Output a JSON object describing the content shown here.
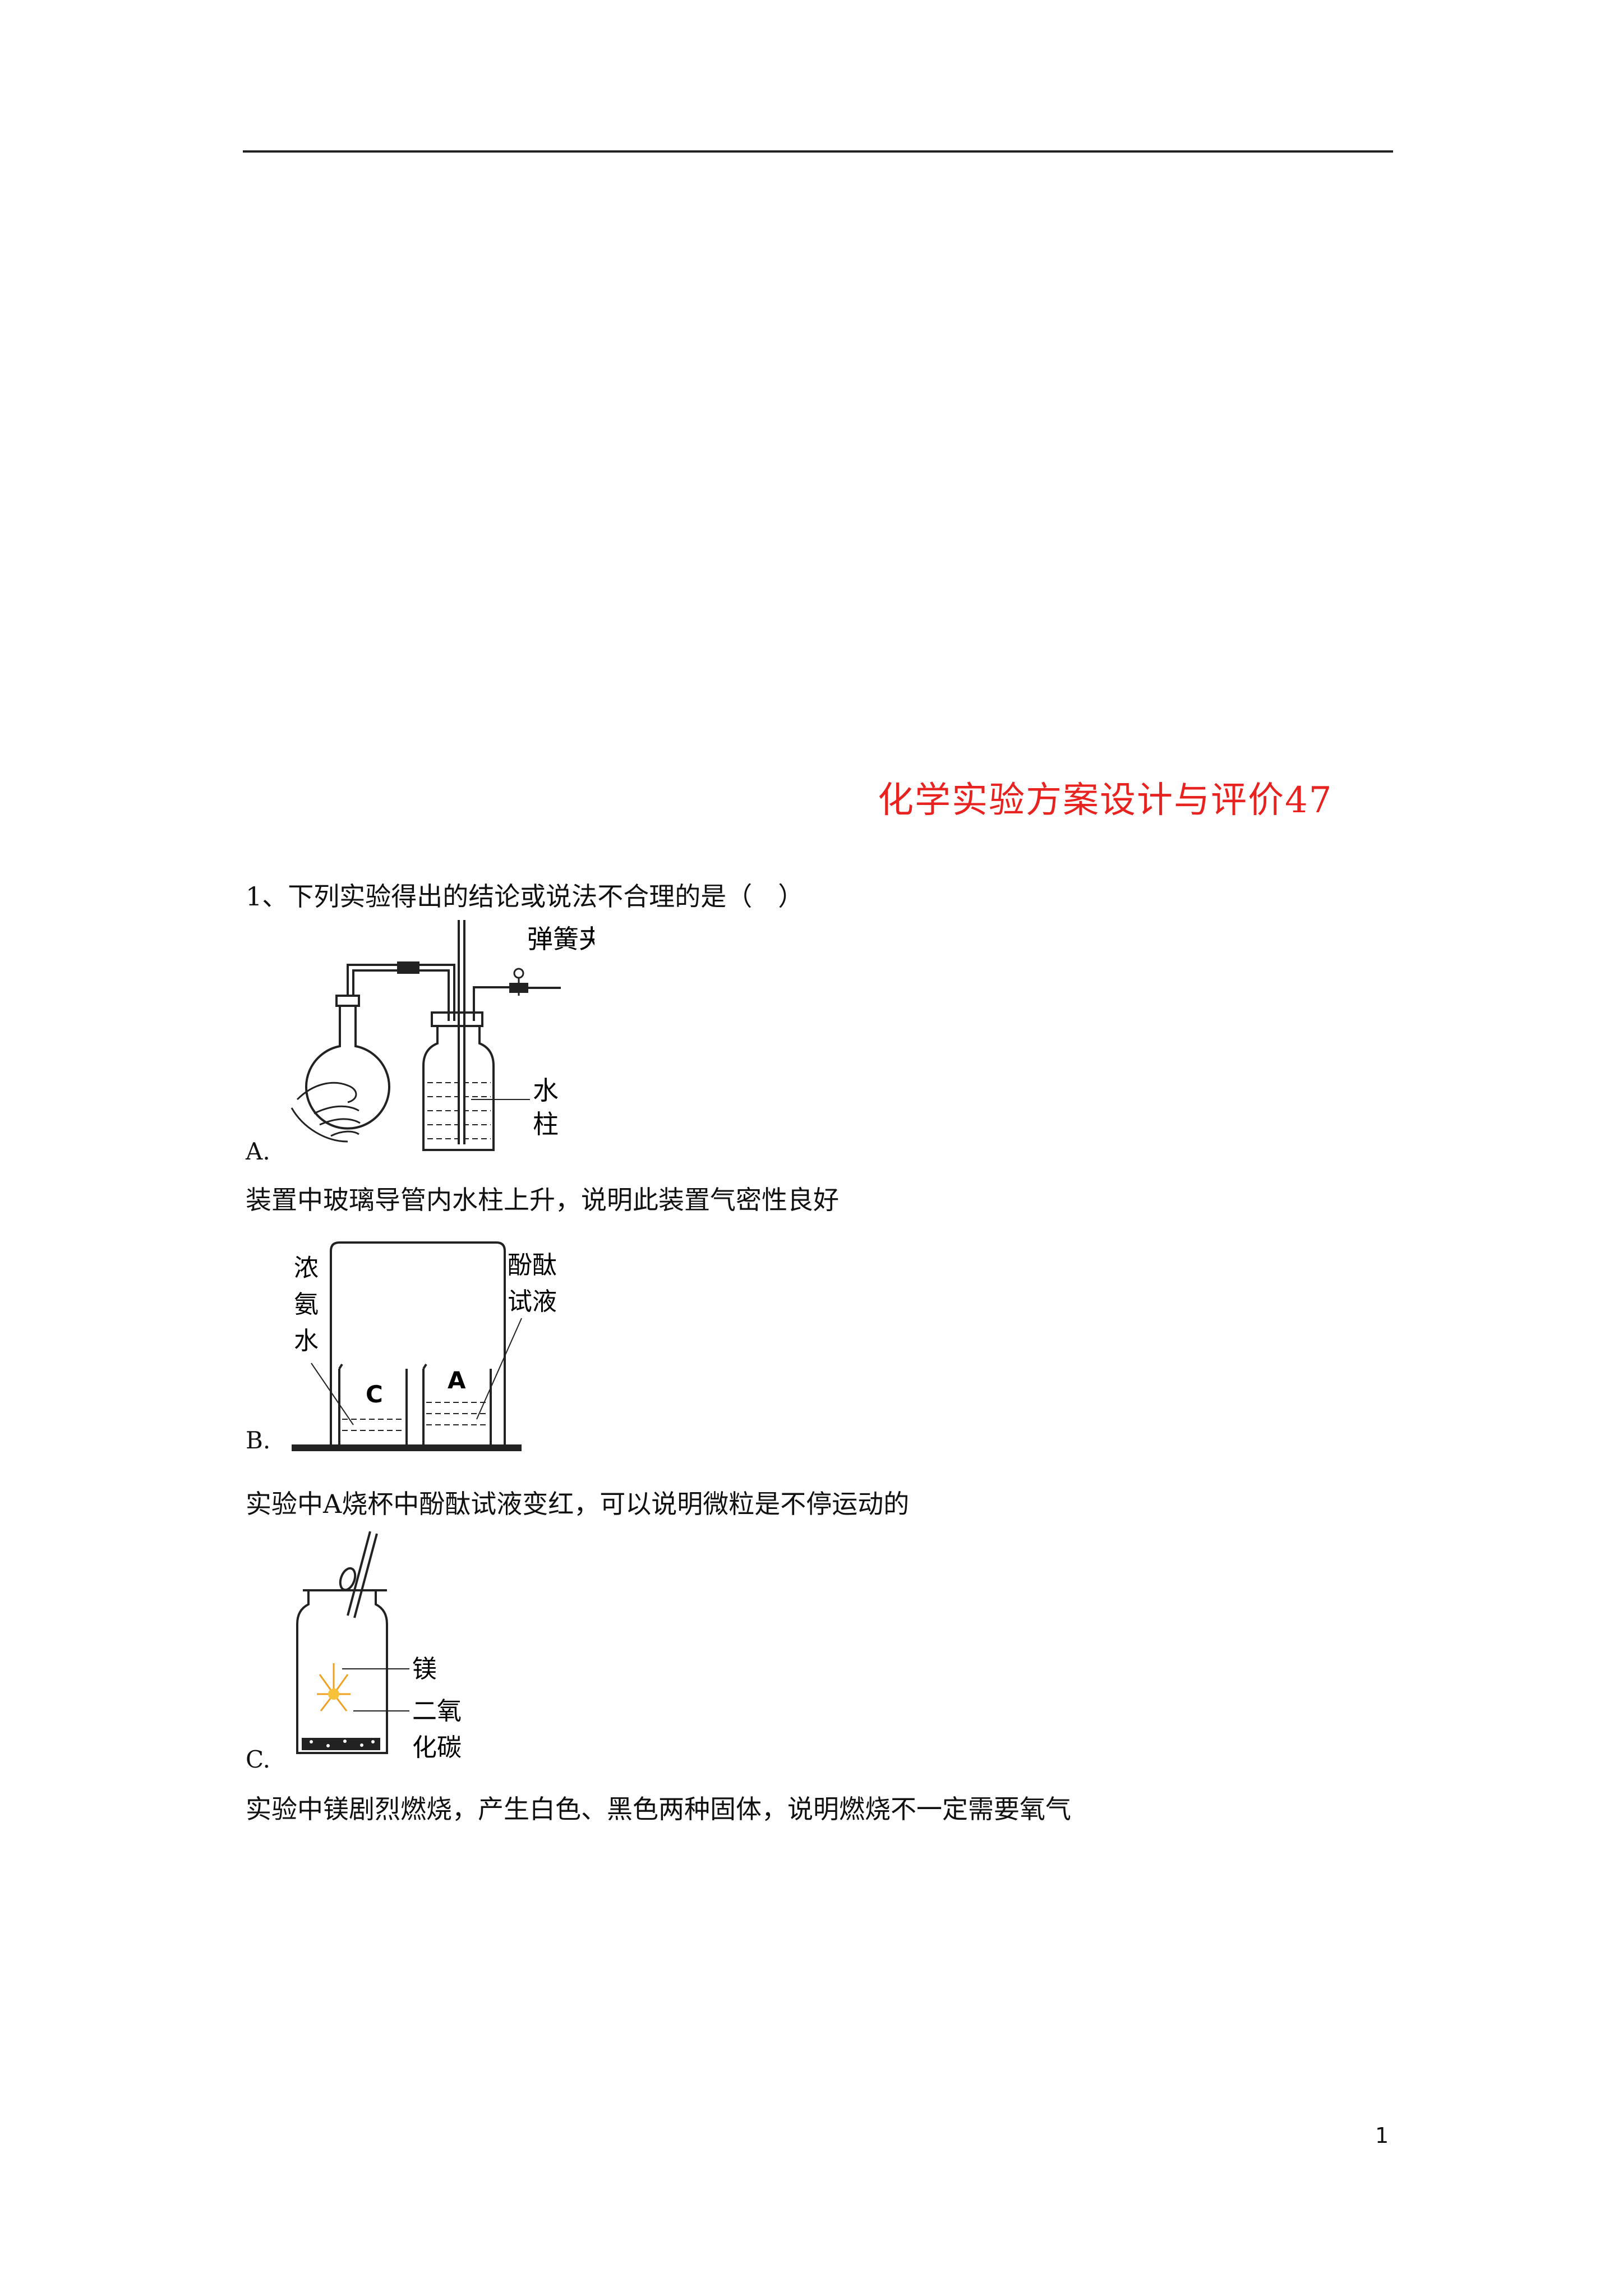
{
  "document": {
    "title": "化学实验方案设计与评价47",
    "page_number": "1"
  },
  "question": {
    "stem": "1、下列实验得出的结论或说法不合理的是（　）",
    "options": [
      {
        "label": "A.",
        "figure_labels": {
          "clip": "弹簧夹",
          "water_1": "水",
          "water_2": "柱"
        },
        "text": "装置中玻璃导管内水柱上升，说明此装置气密性良好"
      },
      {
        "label": "B.",
        "figure_labels": {
          "ammonia_1": "浓",
          "ammonia_2": "氨",
          "ammonia_3": "水",
          "phenol_1": "酚酞",
          "phenol_2": "试液",
          "beaker_c": "C",
          "beaker_a": "A"
        },
        "text": "实验中A烧杯中酚酞试液变红，可以说明微粒是不停运动的"
      },
      {
        "label": "C.",
        "figure_labels": {
          "magnesium": "镁",
          "co2_1": "二氧",
          "co2_2": "化碳"
        },
        "text": "实验中镁剧烈燃烧，产生白色、黑色两种固体，说明燃烧不一定需要氧气"
      }
    ]
  }
}
